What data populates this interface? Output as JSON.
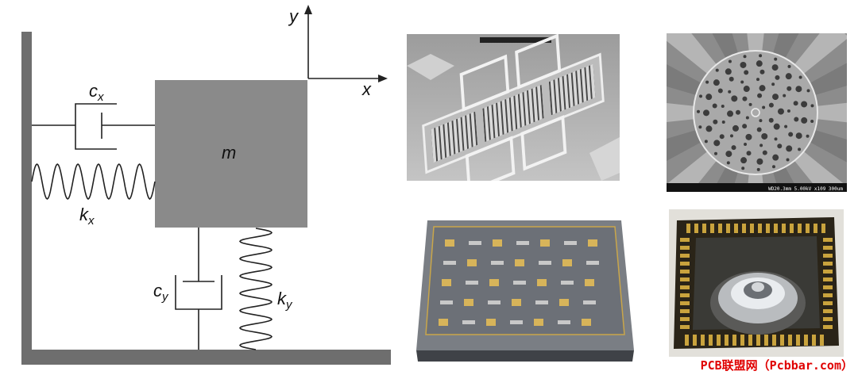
{
  "model": {
    "mass_label": "m",
    "axis_y": "y",
    "axis_x": "x",
    "cx": {
      "base": "c",
      "sub": "x"
    },
    "kx": {
      "base": "k",
      "sub": "x"
    },
    "cy": {
      "base": "c",
      "sub": "y"
    },
    "ky": {
      "base": "k",
      "sub": "y"
    }
  },
  "photos": {
    "sem_bottom_bar": "WD20.3mm 5.00kV x109 300um"
  },
  "watermark": "PCB联盟网（Pcbbar.com）",
  "colors": {
    "mass": "#8a8a8a",
    "wall": "#6e6e6e",
    "line": "#222222",
    "watermark": "#e00000"
  }
}
